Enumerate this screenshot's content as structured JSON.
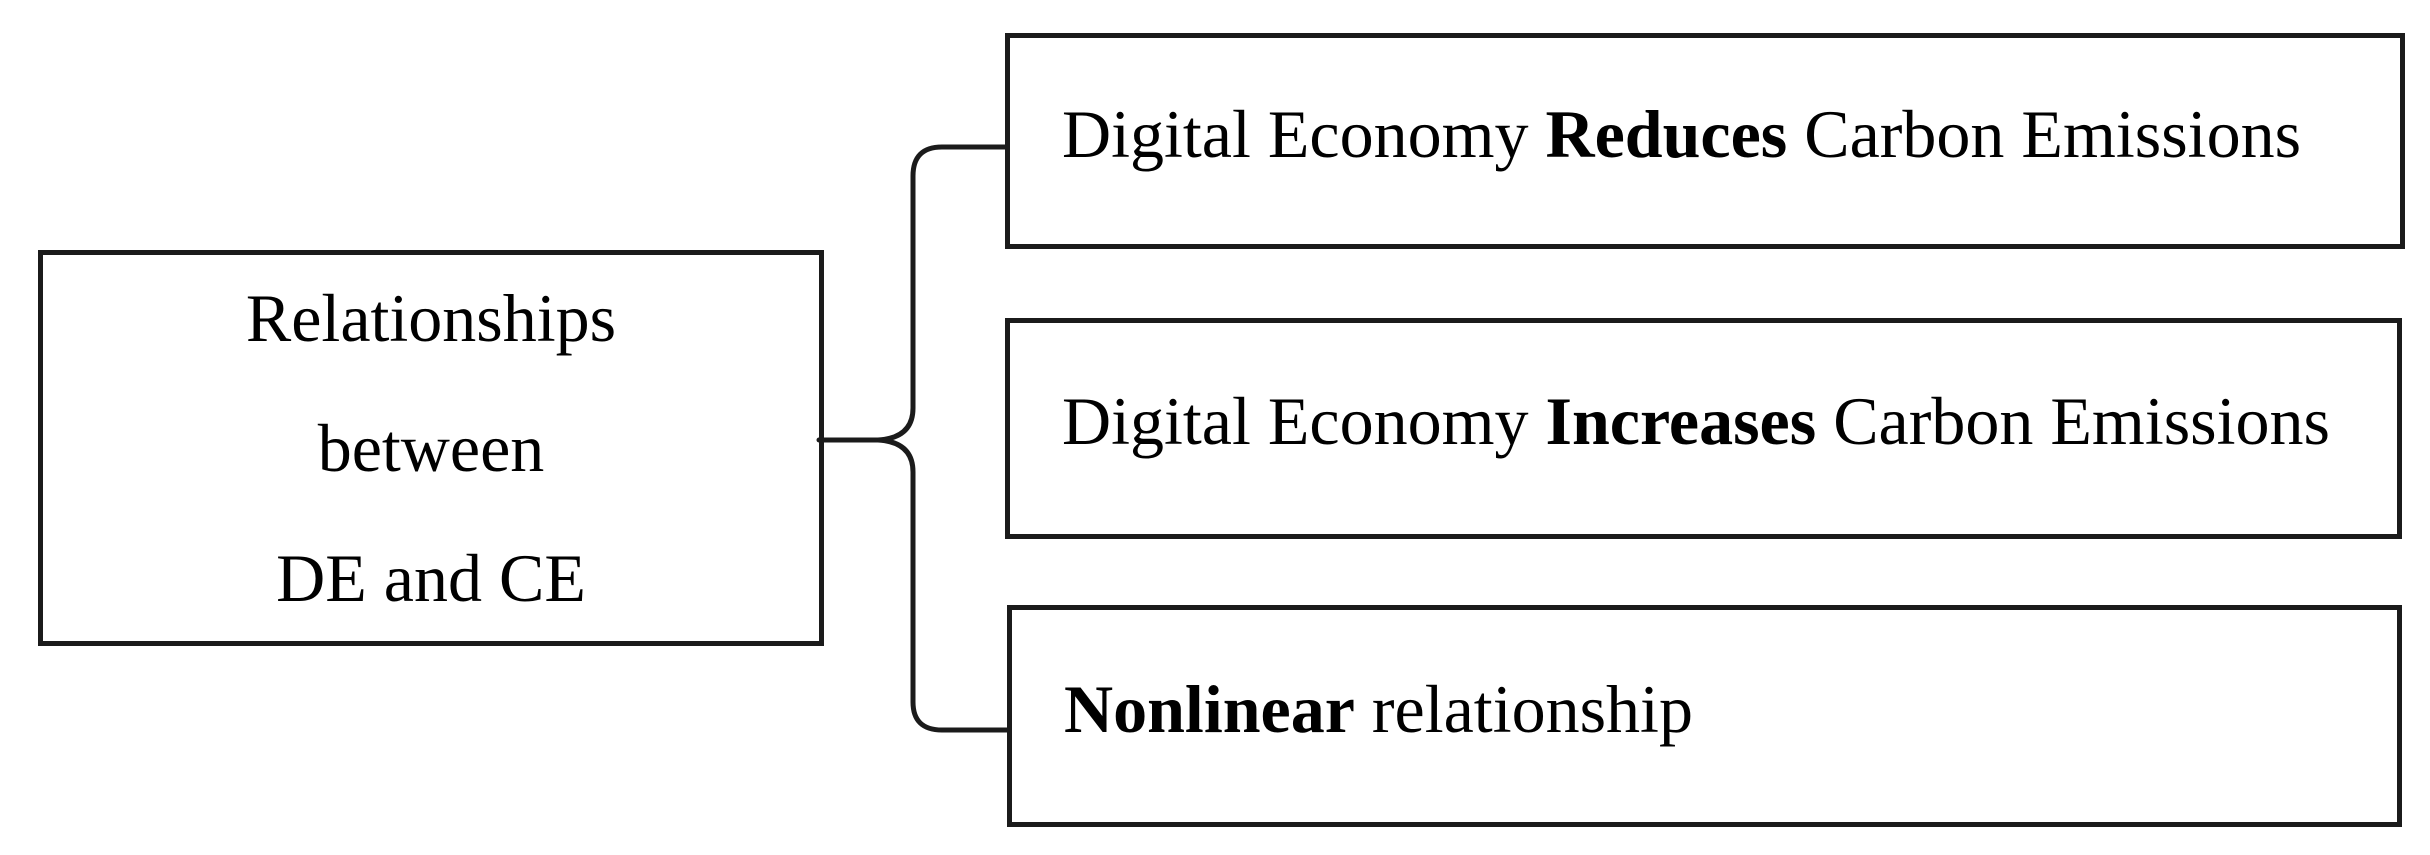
{
  "diagram": {
    "root_box": {
      "lines": [
        "Relationships",
        "between",
        "DE and CE"
      ]
    },
    "branches": [
      {
        "prefix": "Digital Economy ",
        "bold": "Reduces",
        "suffix": " Carbon Emissions"
      },
      {
        "prefix": "Digital Economy ",
        "bold": "Increases",
        "suffix": " Carbon Emissions"
      },
      {
        "prefix": "",
        "bold": "Nonlinear",
        "suffix": " relationship"
      }
    ],
    "connector": {
      "type": "left-curly-brace"
    },
    "colors": {
      "line": "#1b1b1b",
      "background": "#ffffff",
      "text": "#000000"
    }
  }
}
